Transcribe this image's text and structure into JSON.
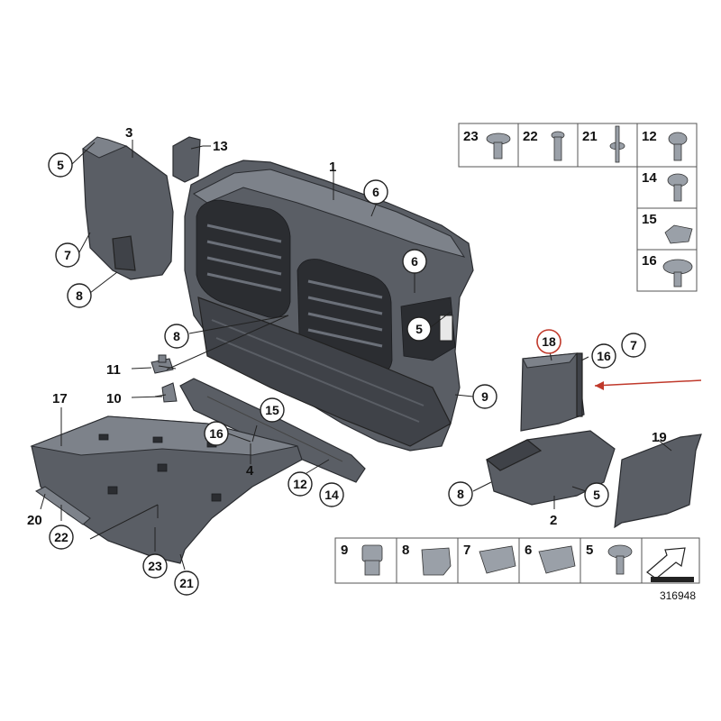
{
  "diagram": {
    "callouts": {
      "c1": "1",
      "c2": "2",
      "c3": "3",
      "c4": "4",
      "c5a": "5",
      "c5b": "5",
      "c5c": "5",
      "c6a": "6",
      "c6b": "6",
      "c7a": "7",
      "c7b": "7",
      "c8a": "8",
      "c8b": "8",
      "c8c": "8",
      "c9": "9",
      "c10": "10",
      "c11": "11",
      "c12": "12",
      "c13": "13",
      "c14": "14",
      "c15": "15",
      "c16a": "16",
      "c16b": "16",
      "c17": "17",
      "c18": "18",
      "c19": "19",
      "c20": "20",
      "c21": "21",
      "c22": "22",
      "c23": "23"
    },
    "fastener_table_top": [
      "23",
      "22",
      "21",
      "12"
    ],
    "fastener_table_right": [
      "14",
      "15",
      "16"
    ],
    "fastener_table_bottom": [
      "9",
      "8",
      "7",
      "6",
      "5"
    ],
    "drawing_number": "316948",
    "highlight_color": "#c0392b"
  }
}
